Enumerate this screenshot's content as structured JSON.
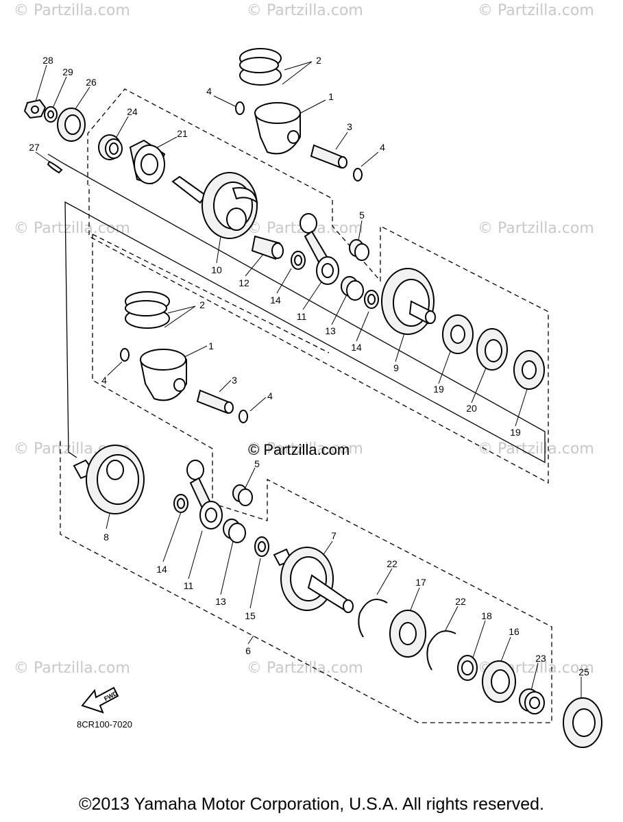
{
  "watermarks": [
    "© Partzilla.com",
    "© Partzilla.com",
    "© Partzilla.com",
    "© Partzilla.com",
    "© Partzilla.com",
    "© Partzilla.com",
    "© Partzilla.com",
    "© Partzilla.com",
    "© Partzilla.com",
    "© Partzilla.com",
    "© Partzilla.com",
    "© Partzilla.com"
  ],
  "center_watermark": "© Partzilla.com",
  "diagram_code": "8CR100-7020",
  "fwd_label": "FWD",
  "copyright": "©2013 Yamaha Motor Corporation, U.S.A. All rights reserved.",
  "callouts": [
    "28",
    "29",
    "26",
    "24",
    "21",
    "27",
    "2",
    "1",
    "4",
    "3",
    "4",
    "10",
    "12",
    "14",
    "11",
    "5",
    "13",
    "14",
    "9",
    "19",
    "20",
    "19",
    "2",
    "1",
    "4",
    "3",
    "4",
    "5",
    "8",
    "14",
    "11",
    "13",
    "15",
    "7",
    "22",
    "17",
    "22",
    "18",
    "16",
    "23",
    "25",
    "6"
  ]
}
